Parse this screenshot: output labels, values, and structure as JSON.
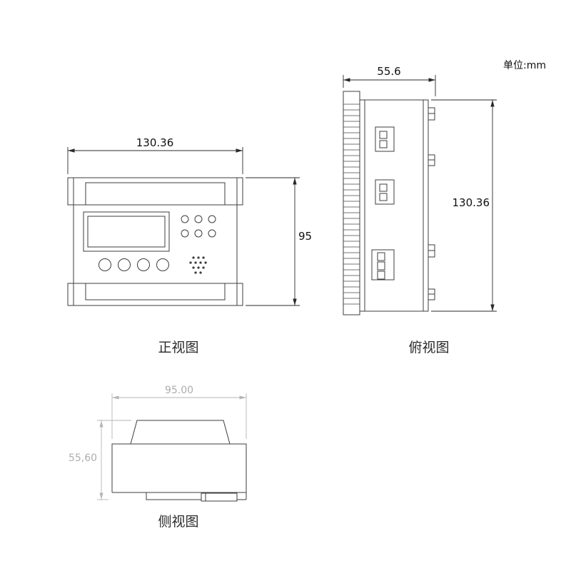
{
  "unit_note": "单位:mm",
  "views": {
    "front": {
      "label": "正视图",
      "width_dim": "130.36",
      "height_dim": "95"
    },
    "top": {
      "label": "俯视图",
      "width_dim": "55.6",
      "height_dim": "130.36"
    },
    "side": {
      "label": "侧视图",
      "width_dim": "95.00",
      "height_dim": "55,60"
    }
  },
  "colors": {
    "drawing_line": "#3d3d3d",
    "dimension_text": "#111111",
    "gray_dimension": "#b5b5b5"
  }
}
